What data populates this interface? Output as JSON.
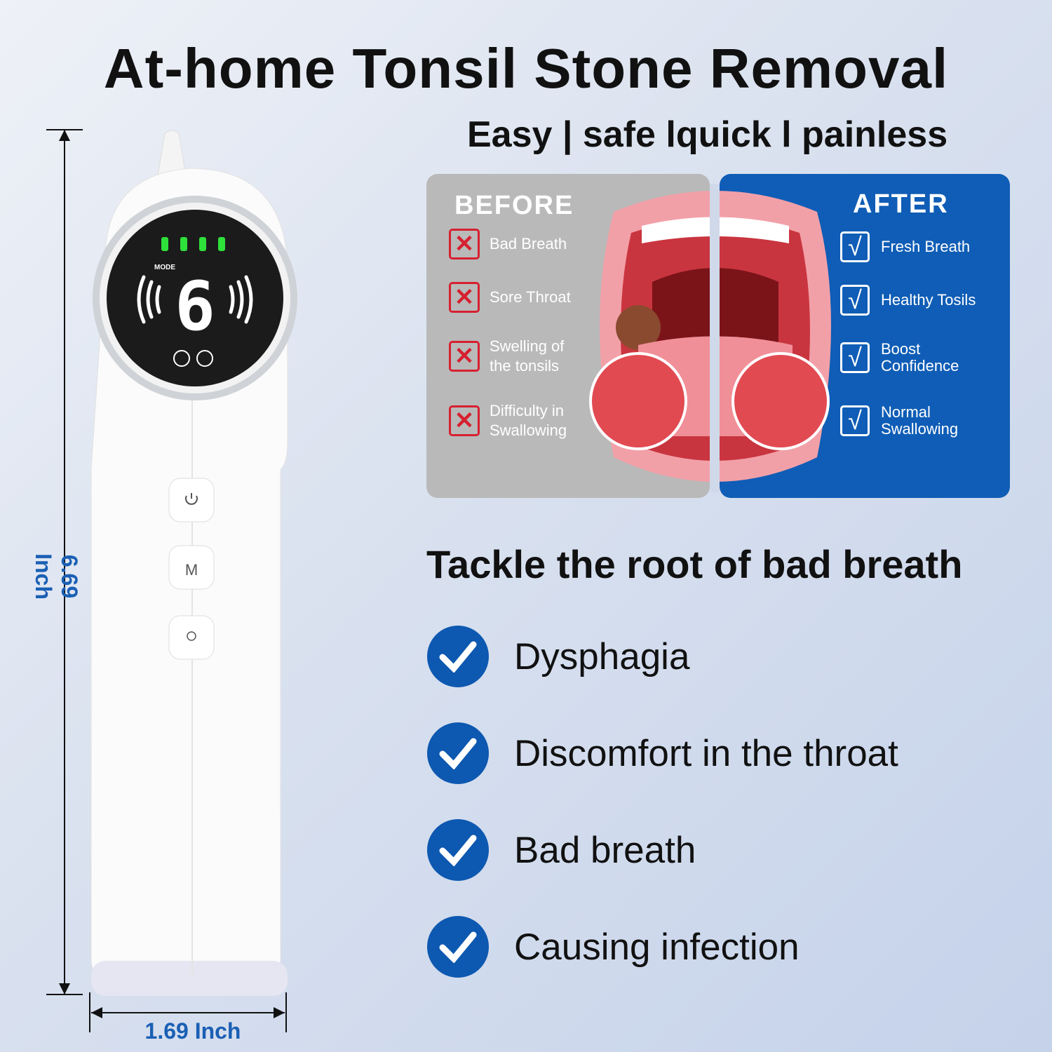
{
  "title": "At-home Tonsil Stone Removal",
  "subtitle": "Easy | safe lquick l painless",
  "before": {
    "heading": "BEFORE",
    "items": [
      "Bad Breath",
      "Sore Throat",
      "Swelling of the tonsils",
      "Difficulty in Swallowing"
    ]
  },
  "after": {
    "heading": "AFTER",
    "items": [
      "Fresh Breath",
      "Healthy Tosils",
      "Boost Confidence",
      "Normal Swallowing"
    ]
  },
  "tackle": {
    "heading": "Tackle the root of bad breath",
    "items": [
      "Dysphagia",
      "Discomfort in the throat",
      "Bad breath",
      "Causing infection"
    ]
  },
  "device": {
    "mode_label": "MODE",
    "mode_value": "6",
    "battery_bars": 4,
    "buttons": [
      "power",
      "M",
      "light"
    ],
    "m_label": "M"
  },
  "dimensions": {
    "height": "6.69 Inch",
    "width": "1.69 Inch"
  },
  "colors": {
    "accent": "#0d58b0",
    "before_bg": "#b9b9b9",
    "after_bg": "#0f5db6",
    "cross": "#d62030"
  }
}
